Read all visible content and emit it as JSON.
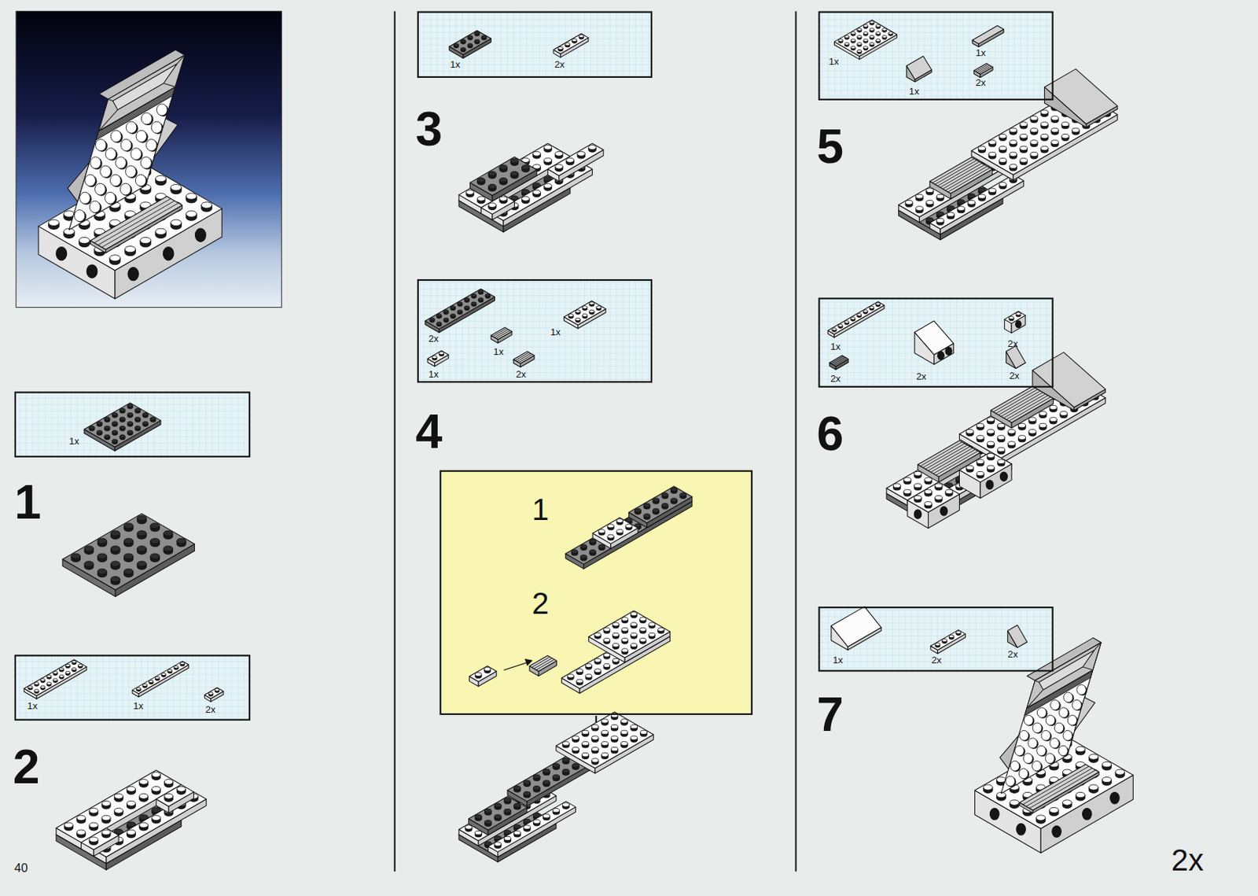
{
  "diagram": {
    "nodes": [
      {
        "text": [
          "1x"
        ]
      },
      {
        "text": [
          "1x",
          "1x",
          "2x"
        ]
      },
      {
        "text": [
          "1x",
          "2x"
        ]
      },
      {
        "text": [
          "1x",
          "2x",
          "1x",
          "1x",
          "2x"
        ]
      },
      {
        "text": [
          "1",
          "2"
        ]
      },
      {
        "text": [
          "1x",
          "1x",
          "2x",
          "1x"
        ]
      },
      {
        "text": [
          "1x",
          "2x",
          "2x",
          "2x",
          "2x"
        ]
      },
      {
        "text": [
          "2x",
          "1x",
          "2x"
        ]
      }
    ],
    "labels": [
      "40",
      "1",
      "2",
      "3",
      "4",
      "5",
      "6",
      "7",
      "2x"
    ]
  }
}
